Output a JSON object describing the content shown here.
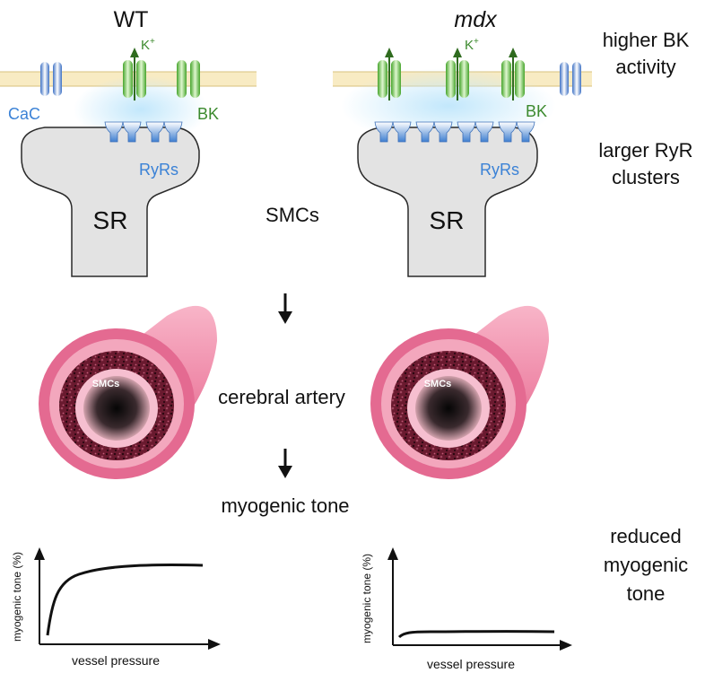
{
  "panels": {
    "wt": {
      "title": "WT"
    },
    "mdx": {
      "title": "mdx"
    }
  },
  "labels": {
    "cac": "CaC",
    "bk": "BK",
    "k_plus": "K",
    "k_sup": "+",
    "ryrs": "RyRs",
    "sr": "SR",
    "smcs": "SMCs",
    "smcs_ring": "SMCs",
    "cerebral_artery": "cerebral artery",
    "myogenic_tone": "myogenic tone"
  },
  "side_notes": {
    "bk_activity": [
      "higher BK",
      "activity"
    ],
    "ryr_clusters": [
      "larger RyR",
      "clusters"
    ],
    "reduced_tone": [
      "reduced",
      "myogenic",
      "tone"
    ]
  },
  "graphs": {
    "ylabel": "myogenic tone (%)",
    "xlabel": "vessel pressure"
  },
  "colors": {
    "membrane": "#f8ebc3",
    "calcium_channel": "#5b8fd4",
    "bk_channel": "#6cc04a",
    "ryr": "#5b9de0",
    "sr": "#e3e3e3",
    "artery": "#e8789c",
    "label_blue": "#3b82d6",
    "label_green": "#3c8a2e",
    "glow": "#bfe6fb"
  },
  "icons": [
    "down-arrow-icon",
    "k-efflux-arrow-icon"
  ]
}
